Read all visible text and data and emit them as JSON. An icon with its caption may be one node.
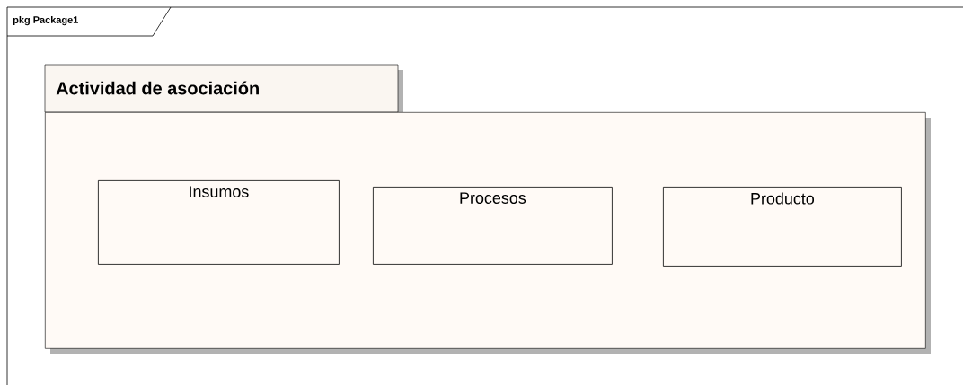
{
  "diagram": {
    "nodes": [
      {
        "text": [
          "pkg Package1"
        ]
      },
      {
        "text": [
          "Actividad de asociación"
        ],
        "in": 0
      },
      {
        "text": [
          "Insumos"
        ],
        "in": 1
      },
      {
        "text": [
          "Procesos"
        ],
        "in": 1
      },
      {
        "text": [
          "Producto"
        ],
        "in": 1
      }
    ]
  }
}
